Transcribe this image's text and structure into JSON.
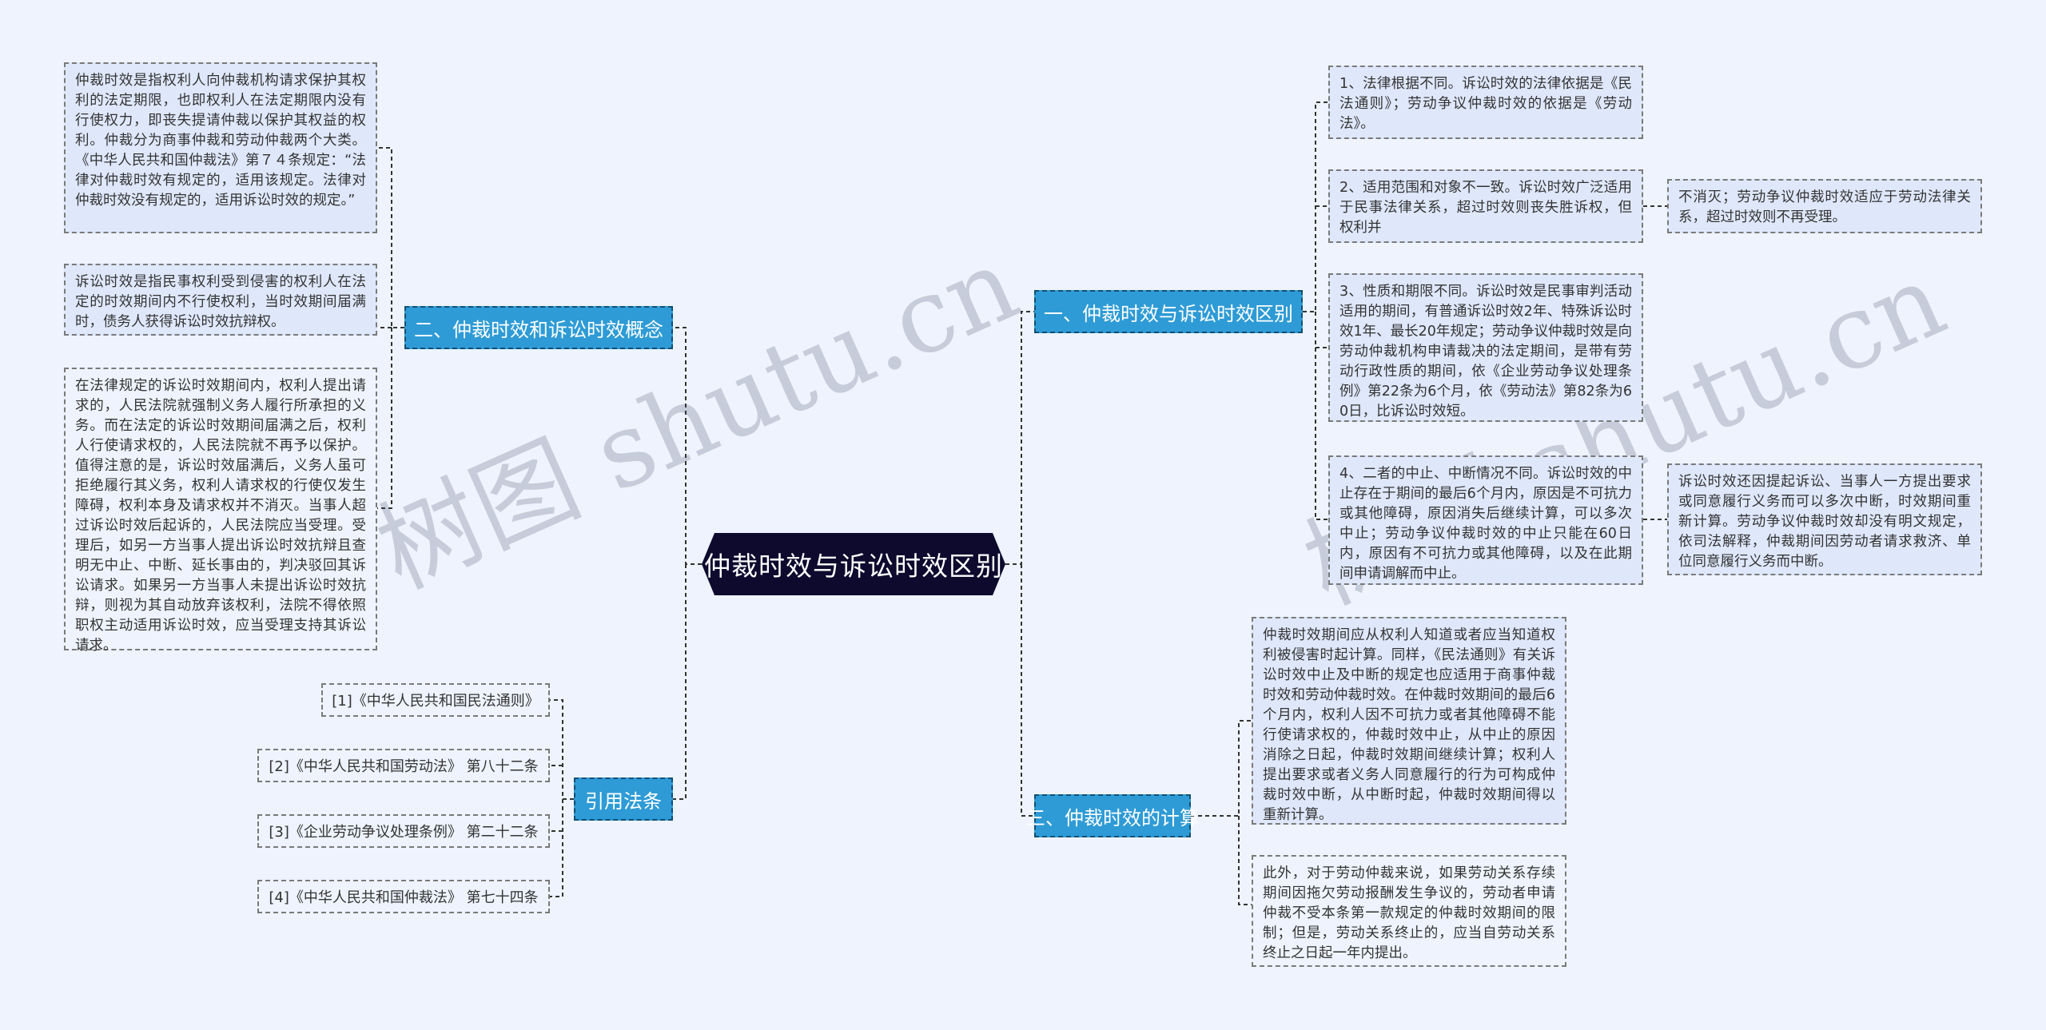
{
  "root": {
    "title": "仲裁时效与诉讼时效区别"
  },
  "branches": {
    "concept": "二、仲裁时效和诉讼时效概念",
    "difference": "一、仲裁时效与诉讼时效区别",
    "calculation": "三、仲裁时效的计算",
    "citations": "引用法条"
  },
  "concept_notes": [
    "仲裁时效是指权利人向仲裁机构请求保护其权利的法定期限，也即权利人在法定期限内没有行使权力，即丧失提请仲裁以保护其权益的权利。仲裁分为商事仲裁和劳动仲裁两个大类。《中华人民共和国仲裁法》第７４条规定：“法律对仲裁时效有规定的，适用该规定。法律对仲裁时效没有规定的，适用诉讼时效的规定。”",
    "诉讼时效是指民事权利受到侵害的权利人在法定的时效期间内不行使权利，当时效期间届满时，债务人获得诉讼时效抗辩权。",
    "在法律规定的诉讼时效期间内，权利人提出请求的，人民法院就强制义务人履行所承担的义务。而在法定的诉讼时效期间届满之后，权利人行使请求权的，人民法院就不再予以保护。值得注意的是，诉讼时效届满后，义务人虽可拒绝履行其义务，权利人请求权的行使仅发生障碍，权利本身及请求权并不消灭。当事人超过诉讼时效后起诉的，人民法院应当受理。受理后，如另一方当事人提出诉讼时效抗辩且查明无中止、中断、延长事由的，判决驳回其诉讼请求。如果另一方当事人未提出诉讼时效抗辩，则视为其自动放弃该权利，法院不得依照职权主动适用诉讼时效，应当受理支持其诉讼请求。"
  ],
  "citations": [
    "[1]《中华人民共和国民法通则》",
    "[2]《中华人民共和国劳动法》 第八十二条",
    "[3]《企业劳动争议处理条例》 第二十二条",
    "[4]《中华人民共和国仲裁法》 第七十四条"
  ],
  "difference_notes": [
    "1、法律根据不同。诉讼时效的法律依据是《民法通则》；劳动争议仲裁时效的依据是《劳动法》。",
    "2、适用范围和对象不一致。诉讼时效广泛适用于民事法律关系，超过时效则丧失胜诉权，但权利并",
    "3、性质和期限不同。诉讼时效是民事审判活动适用的期间，有普通诉讼时效2年、特殊诉讼时效1年、最长20年规定；劳动争议仲裁时效是向劳动仲裁机构申请裁决的法定期间，是带有劳动行政性质的期间，依《企业劳动争议处理条例》第22条为6个月，依《劳动法》第82条为60日，比诉讼时效短。",
    "4、二者的中止、中断情况不同。诉讼时效的中止存在于期间的最后6个月内，原因是不可抗力或其他障碍，原因消失后继续计算，可以多次中止；劳动争议仲裁时效的中止只能在60日内，原因有不可抗力或其他障碍，以及在此期间申请调解而中止。"
  ],
  "difference_sub_notes": [
    "不消灭；劳动争议仲裁时效适应于劳动法律关系，超过时效则不再受理。",
    "诉讼时效还因提起诉讼、当事人一方提出要求或同意履行义务而可以多次中断，时效期间重新计算。劳动争议仲裁时效却没有明文规定，依司法解释，仲裁期间因劳动者请求救济、单位同意履行义务而中断。"
  ],
  "calculation_notes": [
    "仲裁时效期间应从权利人知道或者应当知道权利被侵害时起计算。同样，《民法通则》有关诉讼时效中止及中断的规定也应适用于商事仲裁时效和劳动仲裁时效。在仲裁时效期间的最后6个月内，权利人因不可抗力或者其他障碍不能行使请求权的，仲裁时效中止，从中止的原因消除之日起，仲裁时效期间继续计算；权利人提出要求或者义务人同意履行的行为可构成仲裁时效中断，从中断时起，仲裁时效期间得以重新计算。",
    "此外，对于劳动仲裁来说，如果劳动关系存续期间因拖欠劳动报酬发生争议的，劳动者申请仲裁不受本条第一款规定的仲裁时效期间的限制；但是，劳动关系终止的，应当自劳动关系终止之日起一年内提出。"
  ],
  "watermarks": [
    "树图 shutu.cn",
    "树图 shutu.cn"
  ],
  "colors": {
    "root": "#0d0a2e",
    "branch": "#2e9bd6",
    "background": "#eef3fd",
    "note_tint": "#dfe8fb"
  }
}
